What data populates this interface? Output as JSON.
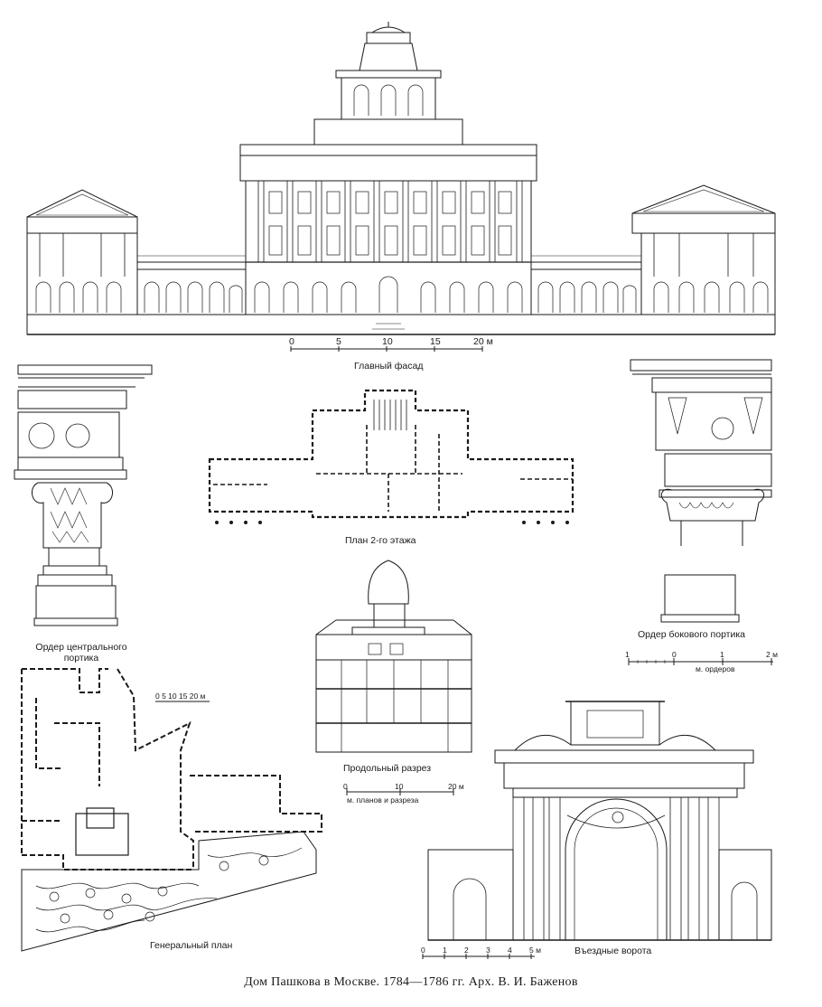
{
  "caption": "Дом Пашкова в Москве. 1784—1786 гг. Арх. В. И. Баженов",
  "main_facade": {
    "title": "Главный фасад",
    "scale_ticks": [
      "0",
      "5",
      "10",
      "15",
      "20 м"
    ]
  },
  "plan_2nd_floor": {
    "title": "План 2-го этажа"
  },
  "central_order": {
    "title_line1": "Ордер центрального",
    "title_line2": "портика"
  },
  "side_order": {
    "title": "Ордер бокового портика",
    "scale_ticks": [
      "1",
      "0",
      "1",
      "2 м"
    ],
    "scale_unit": "м. ордеров"
  },
  "site_plan": {
    "title": "Генеральный план",
    "scale_label": "0 5 10 15 20 м"
  },
  "section": {
    "title": "Продольный разрез",
    "scale_ticks": [
      "0",
      "10",
      "20 м"
    ],
    "scale_unit": "м. планов и разреза"
  },
  "gates": {
    "title": "Въездные ворота",
    "scale_ticks": [
      "0",
      "1",
      "2",
      "3",
      "4",
      "5 м"
    ]
  }
}
